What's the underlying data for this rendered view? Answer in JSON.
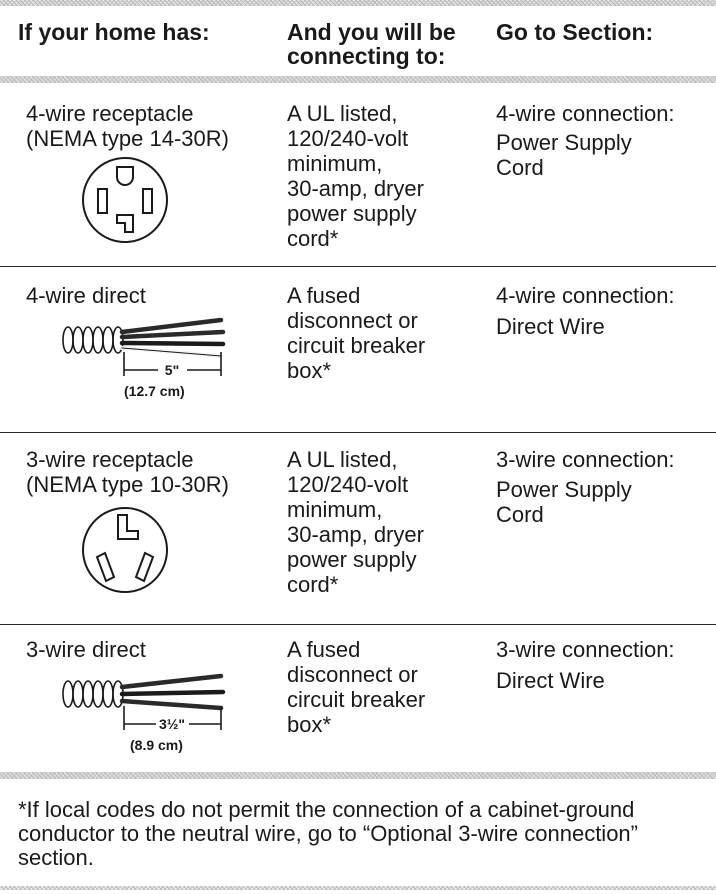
{
  "header": {
    "col1": "If your home has:",
    "col2": "And you will be\nconnecting to:",
    "col3": "Go to Section:"
  },
  "rows": [
    {
      "has": "4-wire receptacle\n(NEMA type 14-30R)",
      "connect": "A UL listed,\n120/240-volt\nminimum,\n30-amp, dryer\npower supply\ncord*",
      "section_title": "4-wire connection:",
      "section_name": "Power Supply\nCord",
      "icon": "4-wire-receptacle-icon"
    },
    {
      "has": "4-wire direct",
      "connect": "A fused\ndisconnect or\ncircuit breaker\nbox*",
      "section_title": "4-wire connection:",
      "section_name": "Direct Wire",
      "icon": "4-wire-cable-icon",
      "dim_in": "5\"",
      "dim_cm": "(12.7 cm)"
    },
    {
      "has": "3-wire receptacle\n(NEMA type 10-30R)",
      "connect": "A UL listed,\n120/240-volt\nminimum,\n30-amp, dryer\npower supply\ncord*",
      "section_title": "3-wire connection:",
      "section_name": "Power Supply\nCord",
      "icon": "3-wire-receptacle-icon"
    },
    {
      "has": "3-wire direct",
      "connect": "A fused\ndisconnect or\ncircuit breaker\nbox*",
      "section_title": "3-wire connection:",
      "section_name": "Direct Wire",
      "icon": "3-wire-cable-icon",
      "dim_in": "3½\"",
      "dim_cm": "(8.9 cm)"
    }
  ],
  "footnote": {
    "line1": "*If local codes do not permit the connection of a cabinet-ground",
    "line2": "conductor to the neutral wire, go to “Optional 3-wire connection”",
    "line3": "section."
  }
}
